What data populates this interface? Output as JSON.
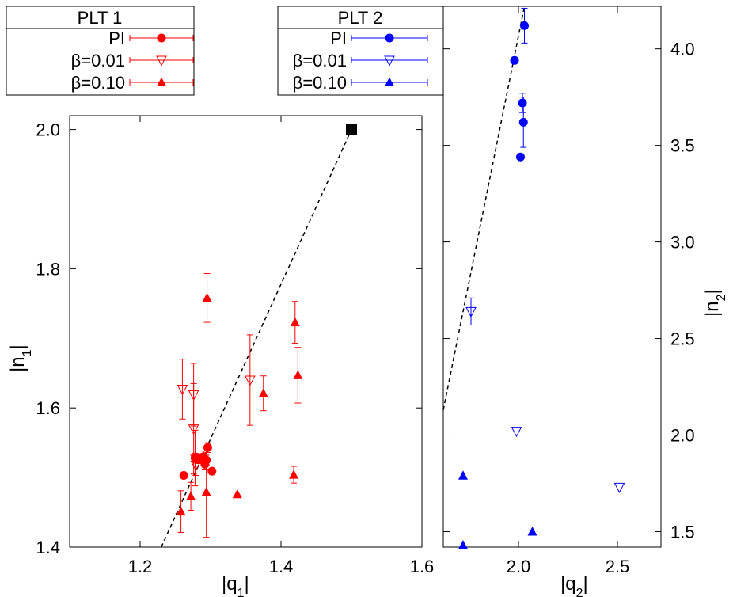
{
  "chart_data": [
    {
      "type": "scatter",
      "xlabel": "|q",
      "xlabel_sub": "1",
      "xlabel_end": "|",
      "ylabel": "|n",
      "ylabel_sub": "1",
      "ylabel_end": "|",
      "xlim": [
        1.1,
        1.6
      ],
      "ylim": [
        1.4,
        2.02
      ],
      "xticks": [
        1.2,
        1.4,
        1.6
      ],
      "xtick_labels": [
        "1.2",
        "1.4",
        "1.6"
      ],
      "yticks": [
        1.4,
        1.6,
        1.8,
        2.0
      ],
      "ytick_labels": [
        "1.4",
        "1.6",
        "1.8",
        "2.0"
      ],
      "grid": false,
      "reference_point": {
        "x": 1.5,
        "y": 2.0,
        "color": "#000000"
      },
      "fit_line": [
        {
          "x": 1.23,
          "y": 1.4
        },
        {
          "x": 1.5,
          "y": 2.0
        }
      ],
      "legend": {
        "title": "PLT 1",
        "entries": [
          "PI",
          "β=0.01",
          "β=0.10"
        ]
      },
      "series": [
        {
          "name": "PI",
          "marker": "circle",
          "color": "#ff0000",
          "points": [
            {
              "x": 1.262,
              "y": 1.503,
              "yerr": 0.0
            },
            {
              "x": 1.278,
              "y": 1.528,
              "yerr": 0.007
            },
            {
              "x": 1.283,
              "y": 1.527,
              "yerr": 0.007
            },
            {
              "x": 1.287,
              "y": 1.527,
              "yerr": 0.007
            },
            {
              "x": 1.29,
              "y": 1.53,
              "yerr": 0.008
            },
            {
              "x": 1.292,
              "y": 1.519,
              "yerr": 0.007
            },
            {
              "x": 1.294,
              "y": 1.525,
              "yerr": 0.007
            },
            {
              "x": 1.296,
              "y": 1.543,
              "yerr": 0.007
            },
            {
              "x": 1.302,
              "y": 1.509,
              "yerr": 0.0
            }
          ]
        },
        {
          "name": "β=0.01",
          "marker": "triangle-down-open",
          "color": "#ff0000",
          "points": [
            {
              "x": 1.26,
              "y": 1.627,
              "yerr": 0.043
            },
            {
              "x": 1.276,
              "y": 1.619,
              "yerr": 0.045
            },
            {
              "x": 1.276,
              "y": 1.57,
              "yerr": 0.065
            },
            {
              "x": 1.279,
              "y": 1.518,
              "yerr": 0.015
            },
            {
              "x": 1.278,
              "y": 1.528,
              "yerr": 0.04
            },
            {
              "x": 1.356,
              "y": 1.64,
              "yerr": 0.065
            }
          ]
        },
        {
          "name": "β=0.10",
          "marker": "triangle-up",
          "color": "#ff0000",
          "points": [
            {
              "x": 1.258,
              "y": 1.451,
              "yerr": 0.03
            },
            {
              "x": 1.272,
              "y": 1.473,
              "yerr": 0.02
            },
            {
              "x": 1.288,
              "y": 1.528,
              "yerr": 0.0
            },
            {
              "x": 1.294,
              "y": 1.479,
              "yerr": 0.065
            },
            {
              "x": 1.295,
              "y": 1.758,
              "yerr": 0.035
            },
            {
              "x": 1.338,
              "y": 1.476,
              "yerr": 0.0
            },
            {
              "x": 1.375,
              "y": 1.621,
              "yerr": 0.025
            },
            {
              "x": 1.418,
              "y": 1.504,
              "yerr": 0.012
            },
            {
              "x": 1.42,
              "y": 1.723,
              "yerr": 0.03
            },
            {
              "x": 1.424,
              "y": 1.647,
              "yerr": 0.04
            }
          ]
        }
      ]
    },
    {
      "type": "scatter",
      "xlabel": "|q",
      "xlabel_sub": "2",
      "xlabel_end": "|",
      "ylabel": "|n",
      "ylabel_sub": "2",
      "ylabel_end": "|",
      "xlim": [
        1.62,
        2.72
      ],
      "ylim": [
        1.42,
        4.22
      ],
      "xticks": [
        2.0,
        2.5
      ],
      "xtick_labels": [
        "2.0",
        "2.5"
      ],
      "yticks": [
        1.5,
        2.0,
        2.5,
        3.0,
        3.5,
        4.0
      ],
      "ytick_labels": [
        "1.5",
        "2.0",
        "2.5",
        "3.0",
        "3.5",
        "4.0"
      ],
      "grid": false,
      "fit_line": [
        {
          "x": 1.62,
          "y": 2.13
        },
        {
          "x": 2.03,
          "y": 4.22
        }
      ],
      "legend": {
        "title": "PLT 2",
        "entries": [
          "PI",
          "β=0.01",
          "β=0.10"
        ]
      },
      "series": [
        {
          "name": "PI",
          "marker": "circle",
          "color": "#0000ff",
          "points": [
            {
              "x": 2.03,
              "y": 4.12,
              "yerr": 0.09
            },
            {
              "x": 1.98,
              "y": 3.94,
              "yerr": 0.0
            },
            {
              "x": 2.02,
              "y": 3.72,
              "yerr": 0.05
            },
            {
              "x": 2.025,
              "y": 3.62,
              "yerr": 0.13
            },
            {
              "x": 2.01,
              "y": 3.44,
              "yerr": 0.0
            }
          ]
        },
        {
          "name": "β=0.01",
          "marker": "triangle-down-open",
          "color": "#0000ff",
          "points": [
            {
              "x": 1.76,
              "y": 2.64,
              "yerr": 0.07
            },
            {
              "x": 1.99,
              "y": 2.02,
              "yerr": 0.0
            },
            {
              "x": 2.51,
              "y": 1.73,
              "yerr": 0.0
            }
          ]
        },
        {
          "name": "β=0.10",
          "marker": "triangle-up",
          "color": "#0000ff",
          "points": [
            {
              "x": 1.72,
              "y": 1.79,
              "yerr": 0.0
            },
            {
              "x": 2.07,
              "y": 1.5,
              "yerr": 0.0
            },
            {
              "x": 1.72,
              "y": 1.43,
              "yerr": 0.0
            }
          ]
        }
      ]
    }
  ]
}
